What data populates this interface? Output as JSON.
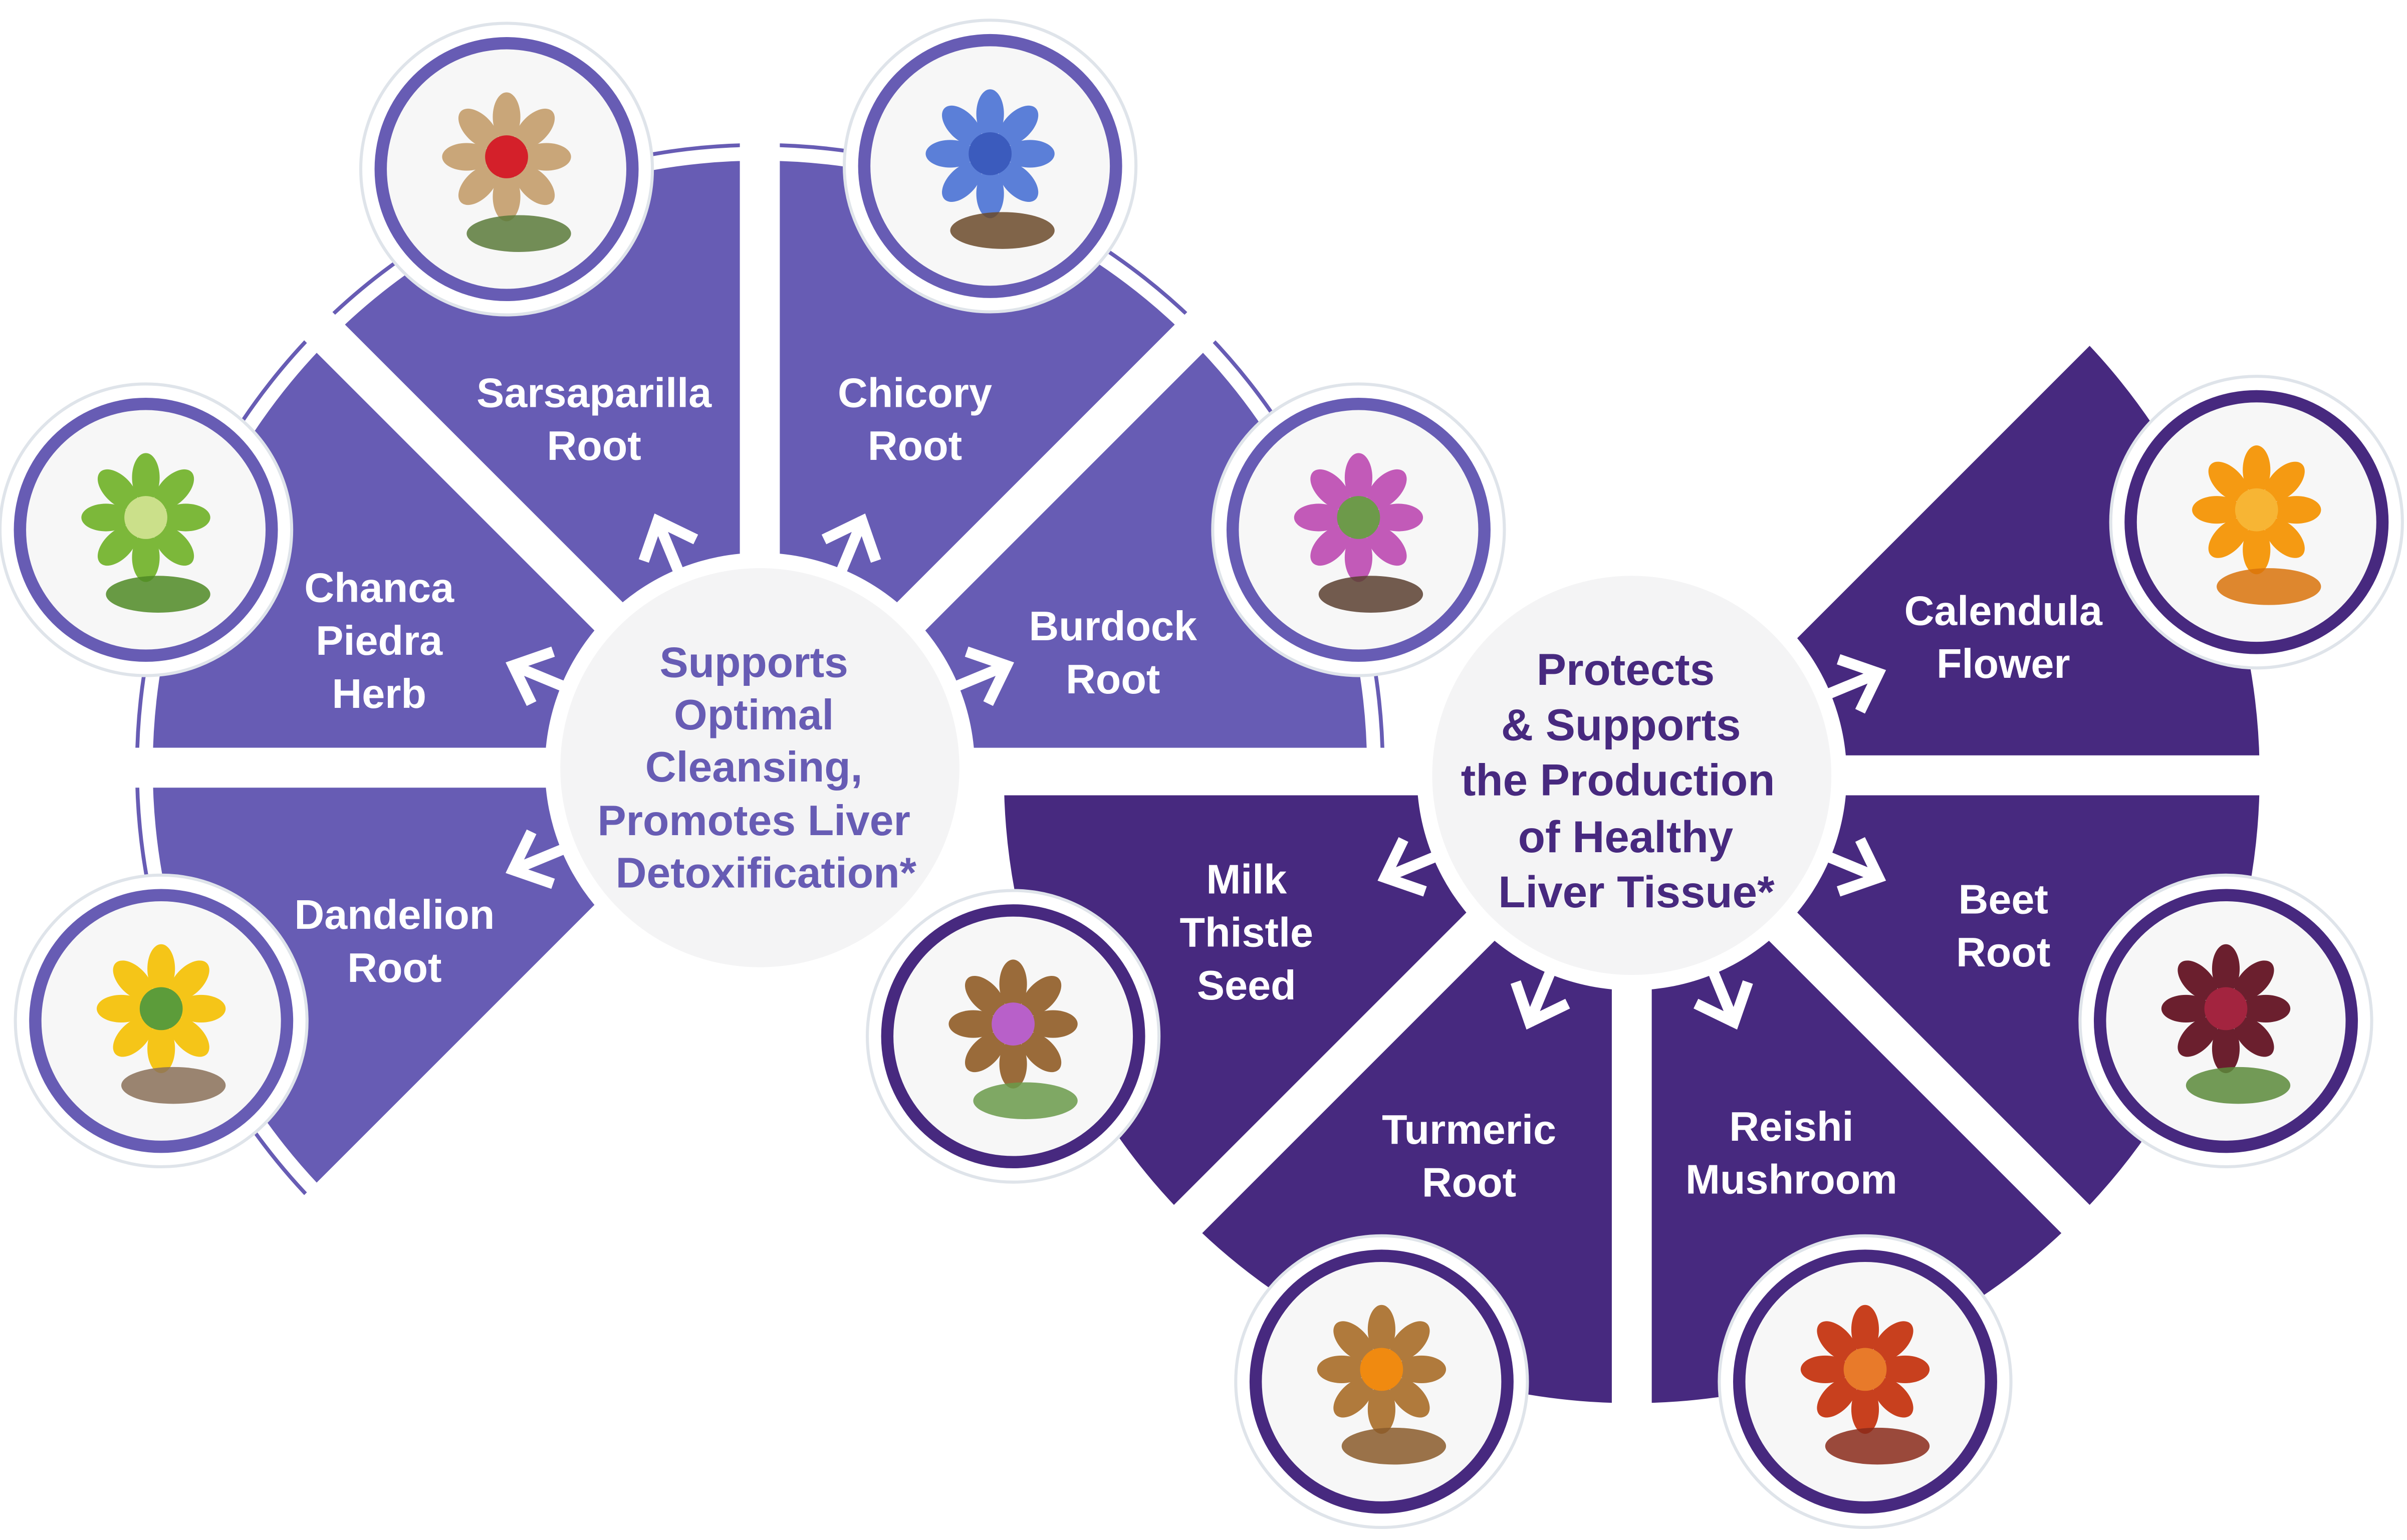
{
  "colors": {
    "light_purple": "#675cb4",
    "dark_purple": "#47297f",
    "hub_fill": "#f4f4f5"
  },
  "hubs": [
    {
      "lines": [
        "Supports",
        "Optimal",
        "Cleansing,",
        "Promotes Liver",
        "Detoxification*"
      ],
      "color": "#675cb4"
    },
    {
      "lines": [
        "Protects",
        "& Supports",
        "the Production",
        "of Healthy",
        "Liver Tissue*"
      ],
      "color": "#47297f"
    }
  ],
  "ingredients": [
    {
      "lines": [
        "Sarsaparilla",
        "Root"
      ],
      "group": 0,
      "icon": "sarsaparilla-root-photo"
    },
    {
      "lines": [
        "Chicory",
        "Root"
      ],
      "group": 0,
      "icon": "chicory-flower-photo"
    },
    {
      "lines": [
        "Chanca",
        "Piedra",
        "Herb"
      ],
      "group": 0,
      "icon": "chanca-piedra-leaf-photo"
    },
    {
      "lines": [
        "Burdock",
        "Root"
      ],
      "group": 0,
      "icon": "burdock-flower-photo"
    },
    {
      "lines": [
        "Dandelion",
        "Root"
      ],
      "group": 0,
      "icon": "dandelion-photo"
    },
    {
      "lines": [
        "Calendula",
        "Flower"
      ],
      "group": 1,
      "icon": "calendula-flower-photo"
    },
    {
      "lines": [
        "Beet",
        "Root"
      ],
      "group": 1,
      "icon": "beet-root-photo"
    },
    {
      "lines": [
        "Milk",
        "Thistle",
        "Seed"
      ],
      "group": 1,
      "icon": "milk-thistle-seed-photo"
    },
    {
      "lines": [
        "Turmeric",
        "Root"
      ],
      "group": 1,
      "icon": "turmeric-root-photo"
    },
    {
      "lines": [
        "Reishi",
        "Mushroom"
      ],
      "group": 1,
      "icon": "reishi-mushroom-photo"
    }
  ]
}
